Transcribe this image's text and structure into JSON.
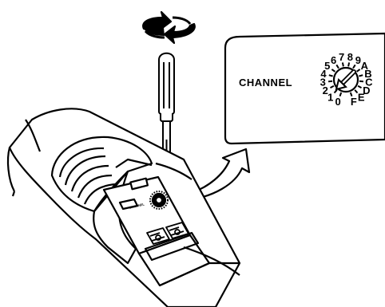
{
  "callout": {
    "label": "CHANNEL",
    "dial_digits": [
      "0",
      "1",
      "2",
      "3",
      "4",
      "5",
      "6",
      "7",
      "8",
      "9",
      "A",
      "B",
      "C",
      "D",
      "E",
      "F"
    ]
  },
  "device": {
    "small_label": "CHANNEL"
  },
  "icons": {
    "rotation": "rotate-arrows-icon",
    "tool": "screwdriver-icon",
    "pointer": "curved-arrow-icon"
  },
  "colors": {
    "line": "#000000",
    "background": "#ffffff"
  }
}
